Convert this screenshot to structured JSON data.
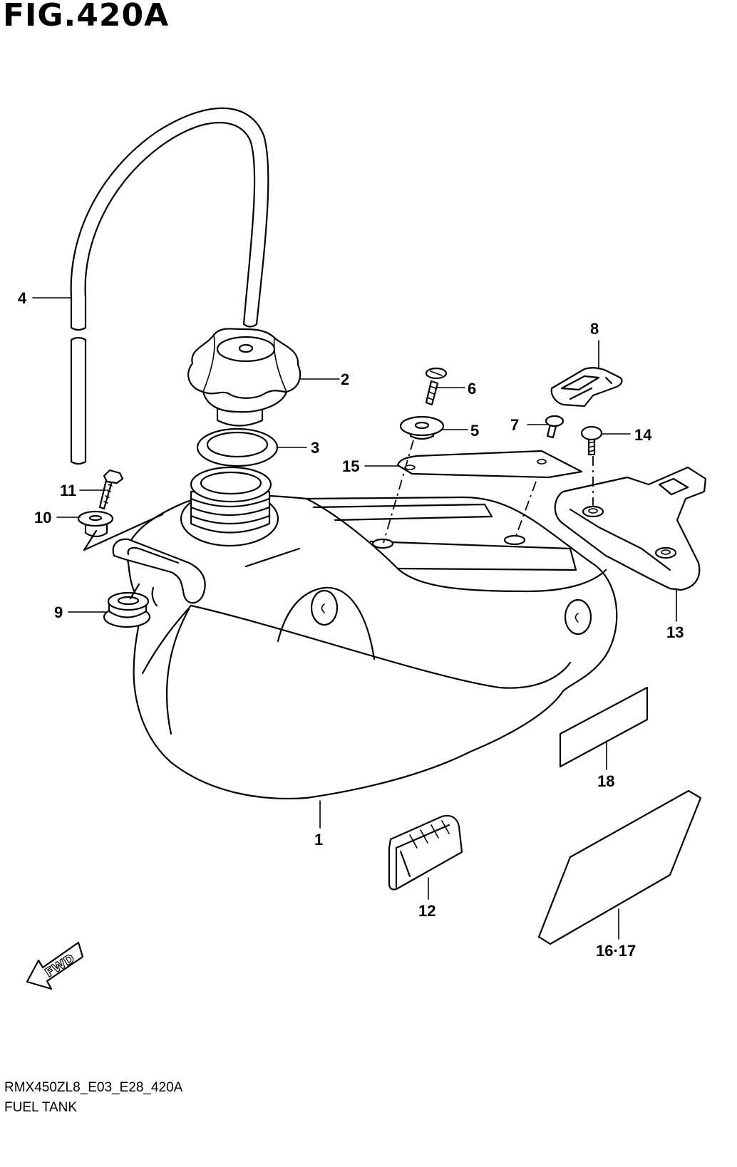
{
  "figure": {
    "title": "FIG.420A",
    "model_code": "RMX450ZL8_E03_E28_420A",
    "section_name": "FUEL TANK",
    "direction_badge": "FWD"
  },
  "callouts": {
    "p1": "1",
    "p2": "2",
    "p3": "3",
    "p4": "4",
    "p5": "5",
    "p6": "6",
    "p7": "7",
    "p8": "8",
    "p9": "9",
    "p10": "10",
    "p11": "11",
    "p12": "12",
    "p13": "13",
    "p14": "14",
    "p15": "15",
    "p16_17": "16·17",
    "p18": "18"
  }
}
